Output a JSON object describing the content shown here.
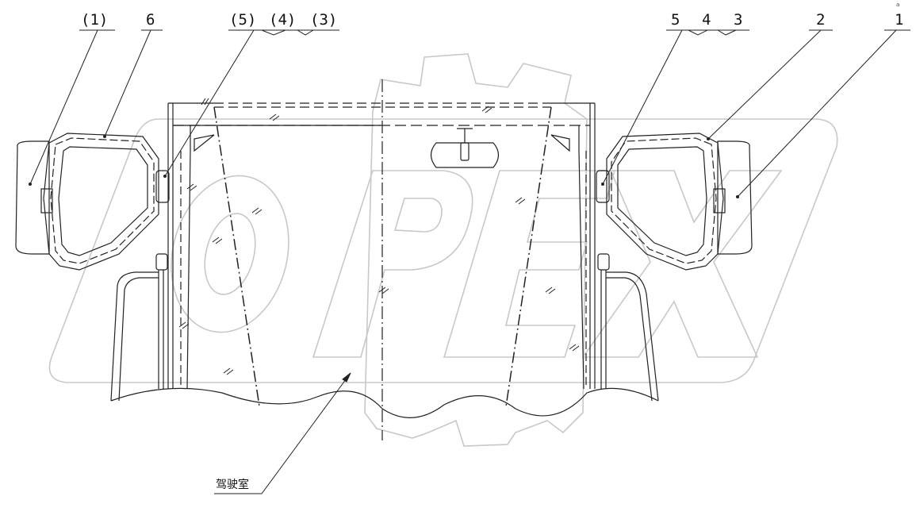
{
  "callouts": {
    "left_mirror": "(1)",
    "left_arm": "6",
    "left_fasteners": [
      "(5)",
      "(4)",
      "(3)"
    ],
    "right_fasteners": [
      "5",
      "4",
      "3"
    ],
    "right_arm": "2",
    "right_mirror": "1",
    "cab_label": "驾驶室",
    "corner_mark": "a"
  },
  "watermark": {
    "text": "OPEX",
    "color": "#cfcfcf"
  },
  "colors": {
    "line": "#222222",
    "watermark": "#c8c8c8"
  }
}
